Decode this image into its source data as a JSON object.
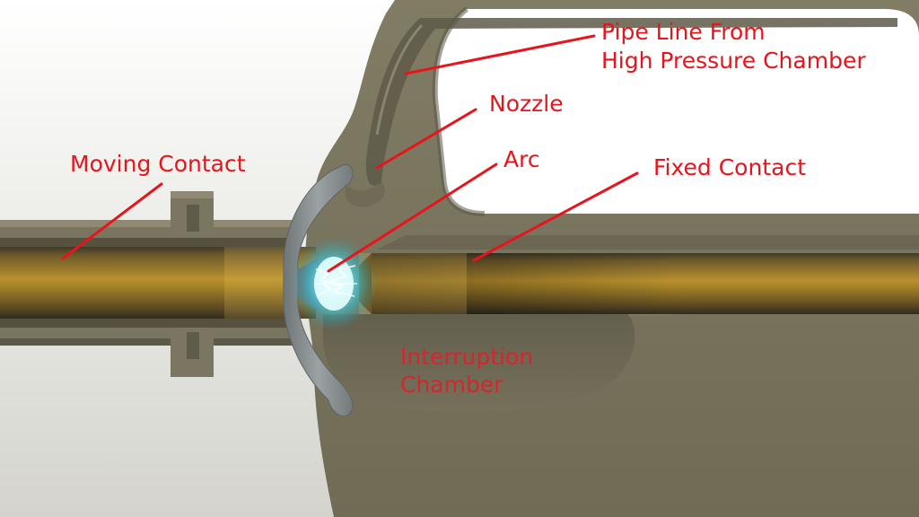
{
  "diagram": {
    "labels": {
      "pipe_line_line1": "Pipe Line From",
      "pipe_line_line2": "High Pressure Chamber",
      "nozzle": "Nozzle",
      "arc": "Arc",
      "moving_contact": "Moving Contact",
      "fixed_contact": "Fixed Contact",
      "interruption_line1": "Interruption",
      "interruption_line2": "Chamber"
    },
    "colors": {
      "label_red": "#e8141c",
      "interruption_label": "#d8242c",
      "housing": "#7b7660",
      "housing_shadow": "#5d5948",
      "housing_highlight": "#98937a",
      "background_grey": "#dcdcd6",
      "rod_brass": "#8a6a2c",
      "nozzle_grey": "#8e9496",
      "arc_cyan": "#33e6ff"
    }
  }
}
